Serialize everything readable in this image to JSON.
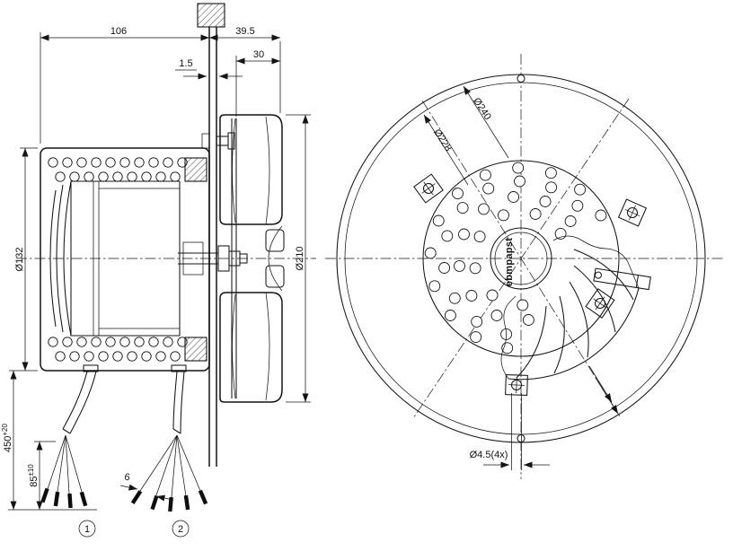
{
  "ink": "#141414",
  "side_view": {
    "dims": {
      "motor_depth": "106",
      "front_depth": "39.5",
      "impeller_depth": "30",
      "plate_thickness": "1.5",
      "motor_diameter": "Ø132",
      "impeller_diameter": "Ø210",
      "lead_length": "450",
      "lead_length_tol": "+20",
      "strip_length": "85",
      "strip_length_tol": "±10",
      "lead_tip_length": "6"
    },
    "callouts": {
      "left_bundle": "1",
      "right_bundle": "2"
    }
  },
  "front_view": {
    "dims": {
      "outer_ring_diameter": "Ø240",
      "bolt_circle_diameter": "Ø228",
      "mounting_holes": "Ø4.5(4x)"
    },
    "brand": "ebmpapst"
  }
}
